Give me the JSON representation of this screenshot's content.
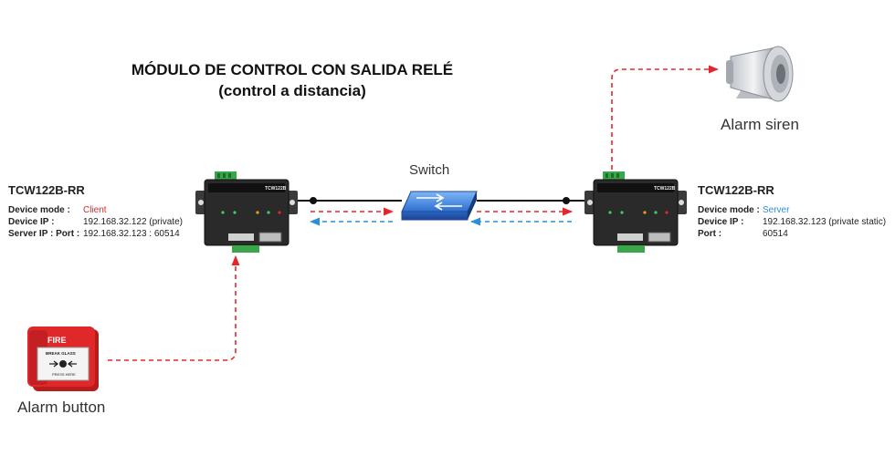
{
  "title": "MÓDULO DE CONTROL CON SALIDA RELÉ",
  "subtitle": "(control a distancia)",
  "switch_label": "Switch",
  "left_device": {
    "name": "TCW122B-RR",
    "model_text": "TCW122B",
    "mode_label": "Device mode :",
    "mode_value": "Client",
    "ip_label": "Device IP :",
    "ip_value": "192.168.32.122 (private)",
    "server_label": "Server IP : Port :",
    "server_value": "192.168.32.123 : 60514"
  },
  "right_device": {
    "name": "TCW122B-RR",
    "model_text": "TCW122B",
    "mode_label": "Device mode :",
    "mode_value": "Server",
    "ip_label": "Device IP :",
    "ip_value": "192.168.32.123 (private static)",
    "port_label": "Port :",
    "port_value": "60514"
  },
  "alarm_button": {
    "caption": "Alarm button",
    "fire_text": "FIRE",
    "break_text": "BREAK GLASS",
    "press_text": "PRESS HERE"
  },
  "alarm_siren": {
    "caption": "Alarm siren"
  },
  "colors": {
    "red_line": "#e3262b",
    "blue_line": "#2b8fd6",
    "device_body": "#2a2a2a",
    "terminal_green": "#3aa64a",
    "switch_blue": "#3b7fd9"
  }
}
